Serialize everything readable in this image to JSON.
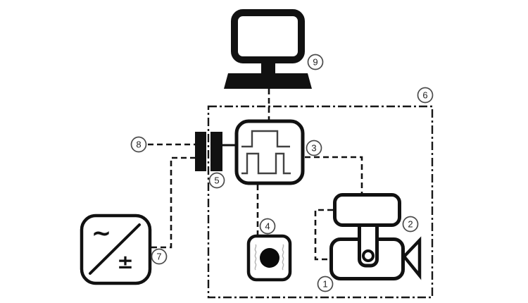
{
  "figure": {
    "description": "Schematic diagram of an imaging experiment setup with numbered callouts",
    "callouts": {
      "camera": "1",
      "illuminator": "2",
      "pulse_generator": "3",
      "transducer": "4",
      "feedthrough": "5",
      "enclosure": "6",
      "power_supply": "7",
      "signal_input": "8",
      "computer": "9"
    },
    "symbols": {
      "ac": "~",
      "plus_minus": "±"
    },
    "colors": {
      "ink": "#111111",
      "waveform": "#424242",
      "callout_stroke": "#4a4a4a",
      "squiggle": "#b5b5b5",
      "background": "#ffffff"
    }
  }
}
